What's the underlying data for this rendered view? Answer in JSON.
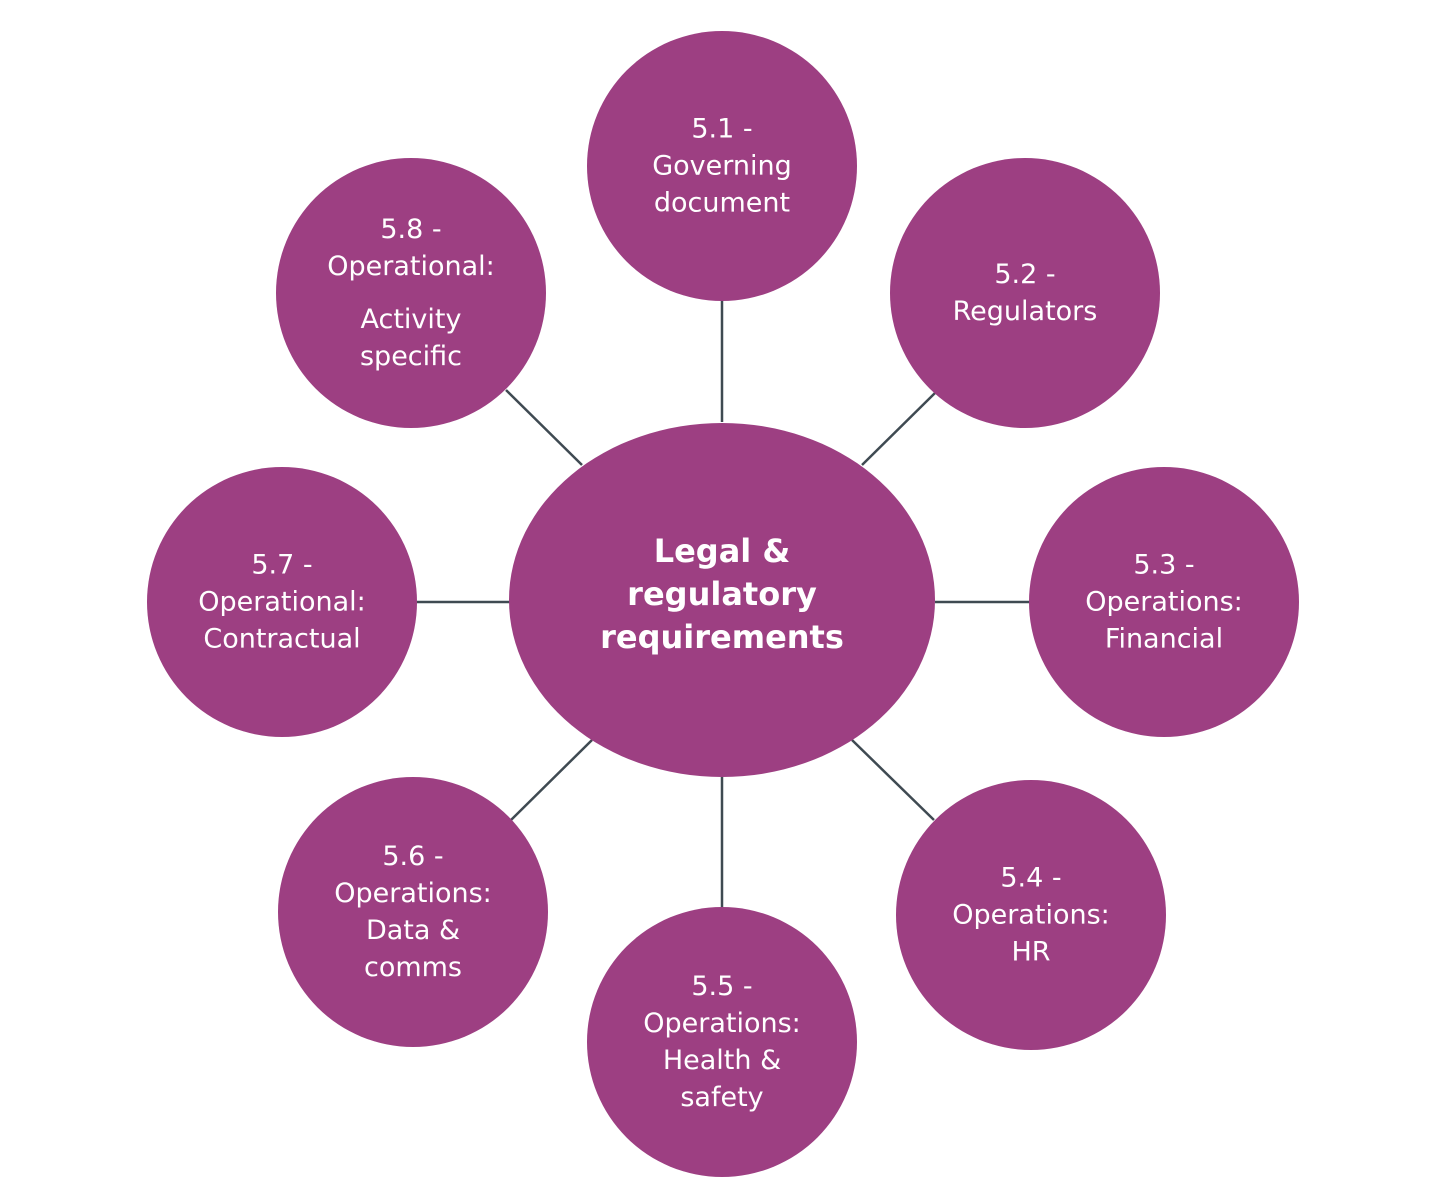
{
  "colors": {
    "node_fill": "#9d3f82",
    "connector": "#3f4a52",
    "text": "#ffffff"
  },
  "center": {
    "lines": [
      "Legal &",
      "regulatory",
      "requirements"
    ]
  },
  "nodes": [
    {
      "id": "5.1",
      "lines": [
        "5.1 -",
        "Governing",
        "document"
      ]
    },
    {
      "id": "5.2",
      "lines": [
        "5.2 -",
        "Regulators"
      ]
    },
    {
      "id": "5.3",
      "lines": [
        "5.3 -",
        "Operations:",
        "Financial"
      ]
    },
    {
      "id": "5.4",
      "lines": [
        "5.4 -",
        "Operations:",
        "HR"
      ]
    },
    {
      "id": "5.5",
      "lines": [
        "5.5 -",
        "Operations:",
        "Health &",
        "safety"
      ]
    },
    {
      "id": "5.6",
      "lines": [
        "5.6 -",
        "Operations:",
        "Data &",
        "comms"
      ]
    },
    {
      "id": "5.7",
      "lines": [
        "5.7 -",
        "Operational:",
        "Contractual"
      ]
    },
    {
      "id": "5.8",
      "lines": [
        "5.8 -",
        "Operational:",
        "Activity",
        "specific"
      ]
    }
  ]
}
